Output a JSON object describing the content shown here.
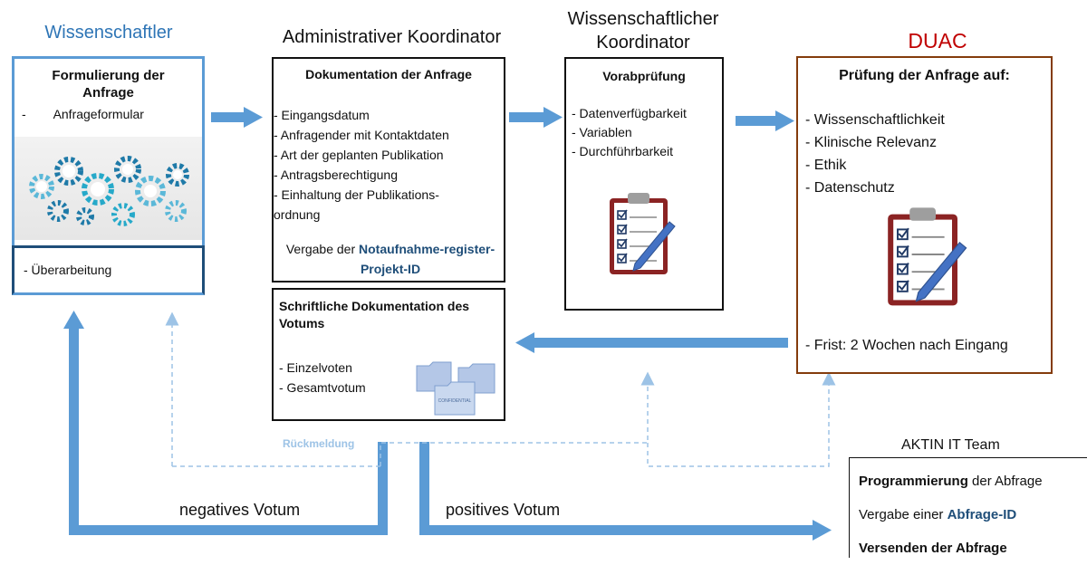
{
  "colors": {
    "accent_blue": "#5b9bd5",
    "light_blue": "#9dc3e6",
    "duac_red": "#c00000",
    "duac_border": "#843c0c",
    "header_blue": "#2e75b6",
    "text_dark_blue": "#1f4e79"
  },
  "wissenschaftler": {
    "header": "Wissenschaftler",
    "title": "Formulierung der Anfrage",
    "bullet_dash": "-",
    "item": "Anfrageformular",
    "image_icon": "gears-network-icon",
    "revision": "- Überarbeitung"
  },
  "admin": {
    "header": "Administrativer Koordinator",
    "title": "Dokumentation der Anfrage",
    "items": [
      "- Eingangsdatum",
      "- Anfragender mit Kontaktdaten",
      "- Art der geplanten Publikation",
      "- Antragsberechtigung",
      "- Einhaltung der Publikations-",
      "ordnung"
    ],
    "id_prefix": "Vergabe der ",
    "id_strong": "Notaufnahme-register-Projekt-ID",
    "vote_title": "Schriftliche Dokumentation des Votums",
    "vote_items": [
      "- Einzelvoten",
      "- Gesamtvotum"
    ],
    "folder_icon": "folders-icon",
    "folder_label": "CONFIDENTIAL"
  },
  "wiss_koordinator": {
    "header_line1": "Wissenschaftlicher",
    "header_line2": "Koordinator",
    "title": "Vorabprüfung",
    "items": [
      "- Datenverfügbarkeit",
      "- Variablen",
      "- Durchführbarkeit"
    ],
    "clipboard_icon": "clipboard-checklist-icon"
  },
  "duac": {
    "header": "DUAC",
    "title": "Prüfung der Anfrage auf:",
    "items": [
      "- Wissenschaftlichkeit",
      "- Klinische Relevanz",
      "- Ethik",
      "- Datenschutz"
    ],
    "deadline": "- Frist: 2 Wochen nach Eingang",
    "clipboard_icon": "clipboard-checklist-icon"
  },
  "feedback_label": "Rückmeldung",
  "negative_label": "negatives Votum",
  "positive_label": "positives Votum",
  "it_team": {
    "header": "AKTIN IT Team",
    "line1_strong": "Programmierung",
    "line1_rest": " der Abfrage",
    "line2_prefix": "Vergabe einer ",
    "line2_strong": "Abfrage-ID",
    "line3_strong": "Versenden der Abfrage"
  }
}
